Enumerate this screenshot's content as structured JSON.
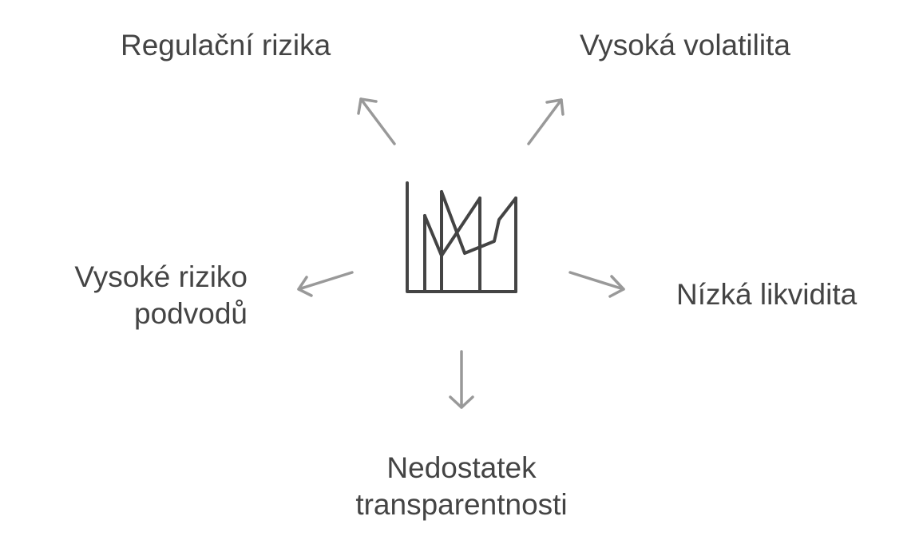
{
  "center": {
    "icon": "line-bar-chart-icon"
  },
  "labels": {
    "top_left": "Regulační rizika",
    "top_right": "Vysoká volatilita",
    "left_line1": "Vysoké riziko",
    "left_line2": "podvodů",
    "right": "Nízká likvidita",
    "bottom_line1": "Nedostatek",
    "bottom_line2": "transparentnosti"
  },
  "colors": {
    "text": "#444444",
    "arrow": "#999999",
    "icon": "#444444"
  }
}
